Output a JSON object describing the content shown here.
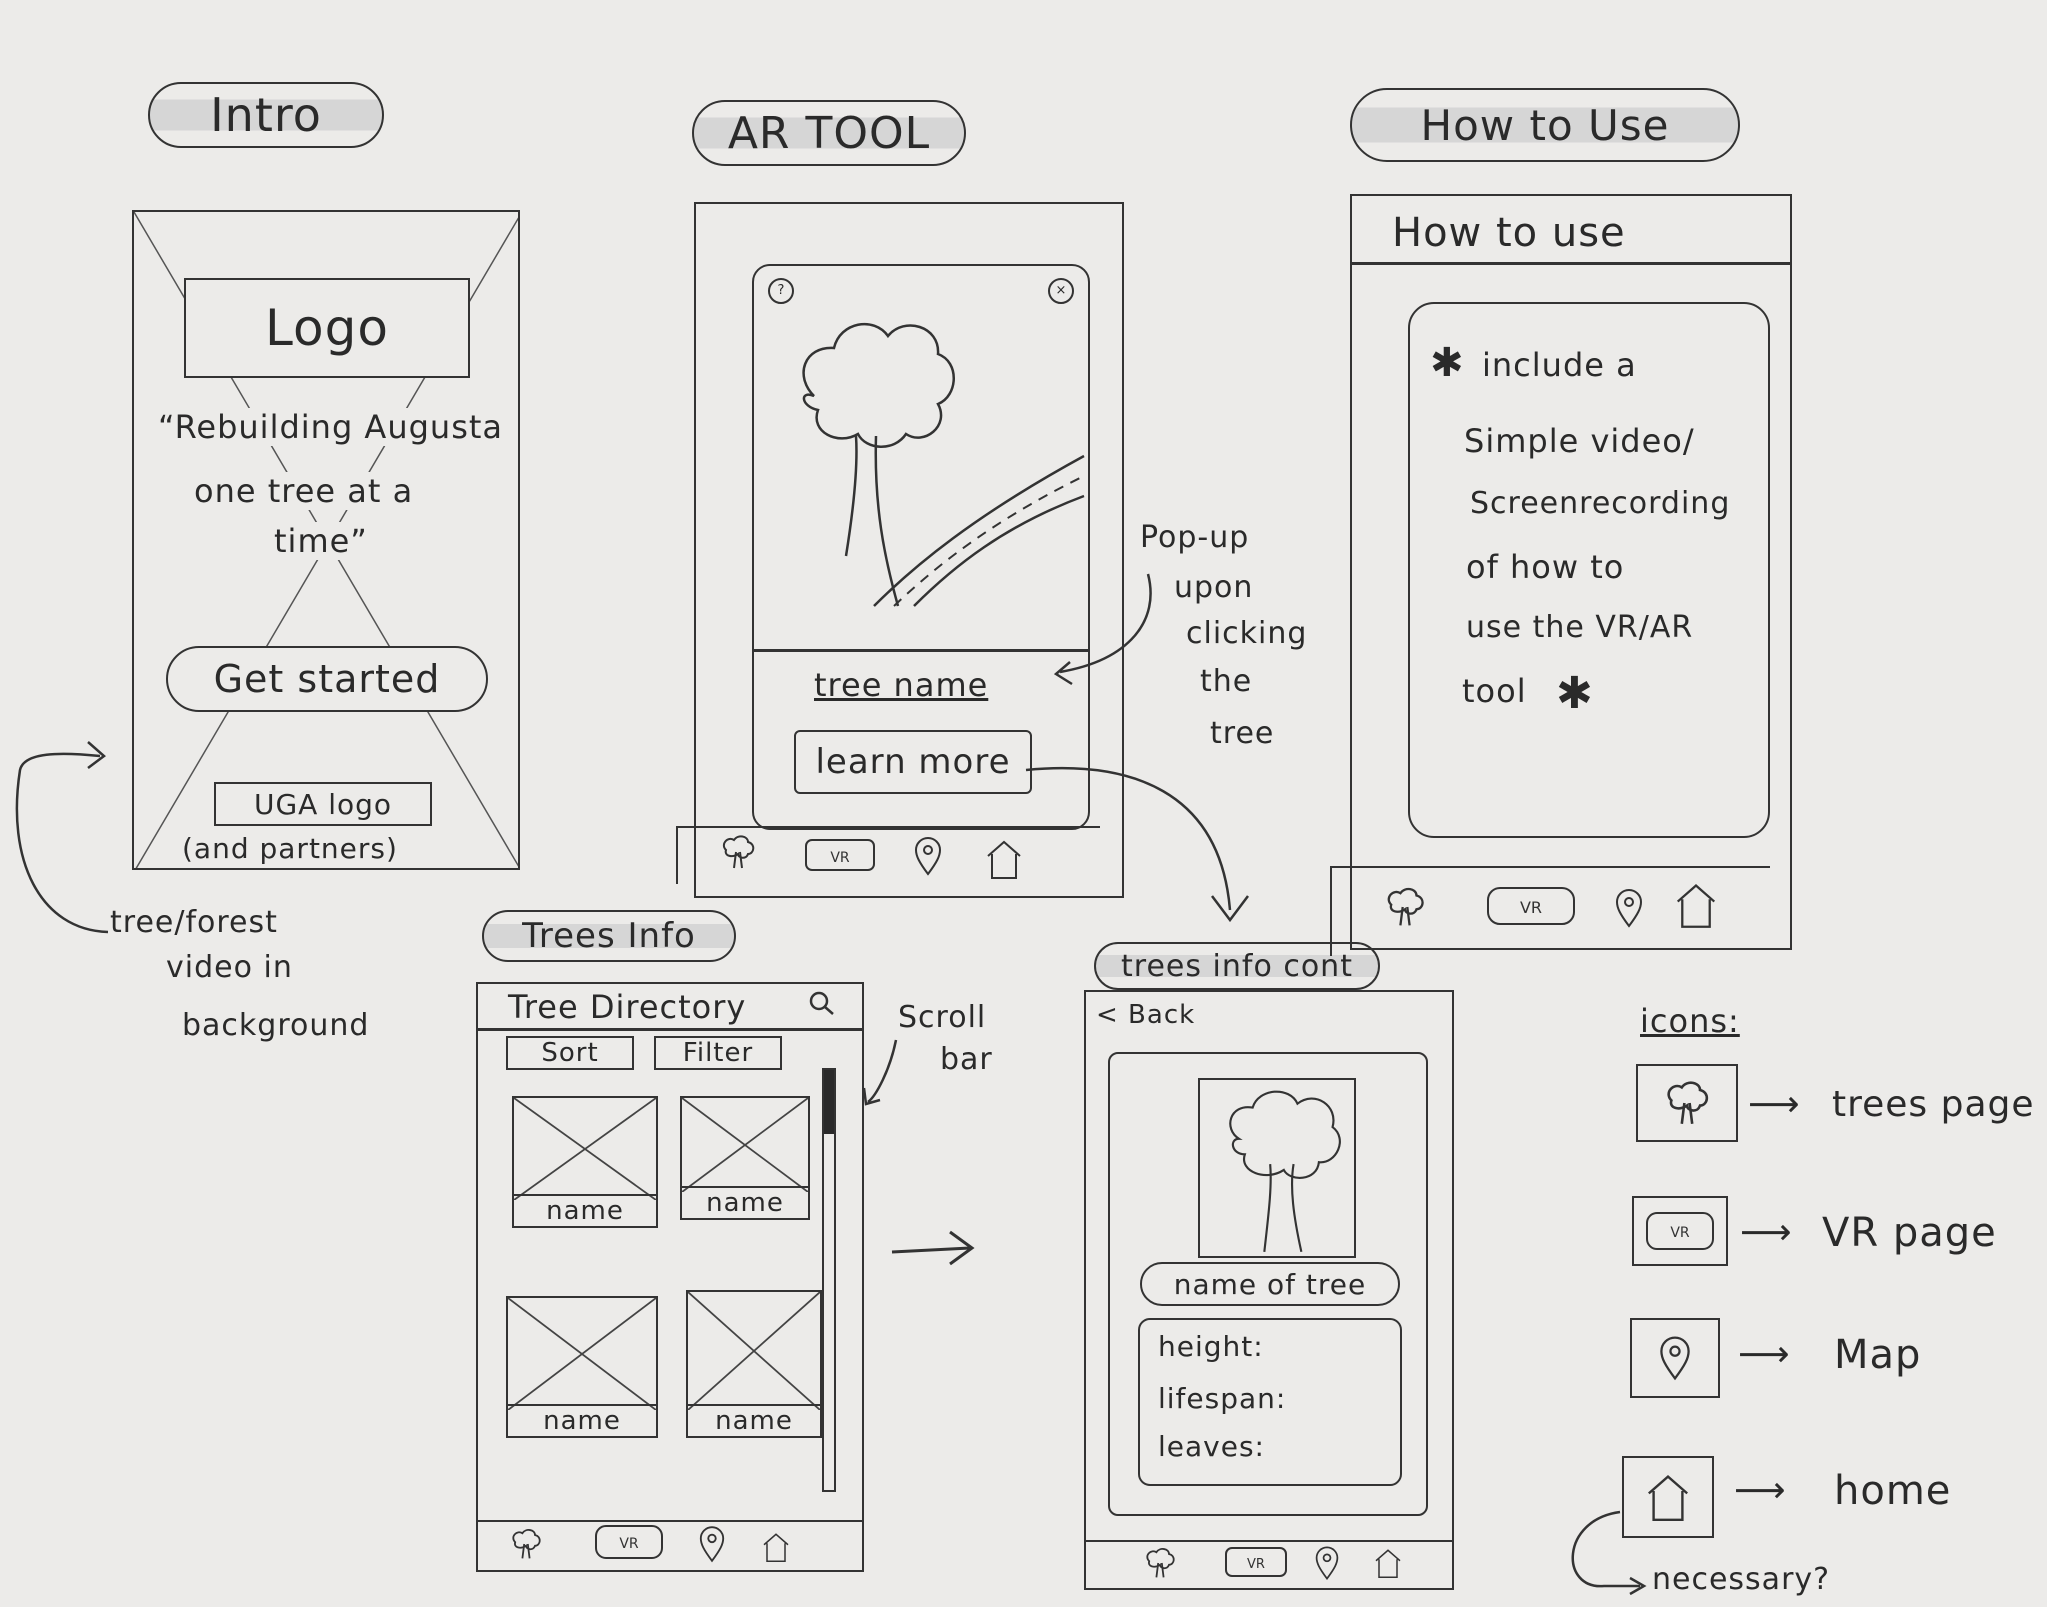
{
  "section_titles": {
    "intro": "Intro",
    "ar_tool": "AR TOOL",
    "how_to_use": "How to Use",
    "trees_info": "Trees Info",
    "trees_info_cont": "trees info cont"
  },
  "intro": {
    "logo": "Logo",
    "quote_line1": "“Rebuilding Augusta",
    "quote_line2": "one tree at a",
    "quote_line3": "time”",
    "button": "Get started",
    "uga_logo": "UGA logo",
    "partners": "(and partners)",
    "note_line1": "tree/forest",
    "note_line2": "video in",
    "note_line3": "background"
  },
  "ar_tool": {
    "tree_name": "tree name",
    "learn_more": "learn more",
    "note_line1": "Pop-up",
    "note_line2": "upon",
    "note_line3": "clicking",
    "note_line4": "the",
    "note_line5": "tree"
  },
  "how_to_use": {
    "header": "How to use",
    "line1": "include a",
    "line2": "Simple video/",
    "line3": "Screenrecording",
    "line4": "of how to",
    "line5": "use the VR/AR",
    "line6": "tool"
  },
  "trees_info": {
    "header": "Tree Directory",
    "sort": "Sort",
    "filter": "Filter",
    "items": [
      {
        "label": "name"
      },
      {
        "label": "name"
      },
      {
        "label": "name"
      },
      {
        "label": "name"
      }
    ],
    "scroll_note_line1": "Scroll",
    "scroll_note_line2": "bar"
  },
  "trees_info_cont": {
    "back": "< Back",
    "name_of_tree": "name of tree",
    "height": "height:",
    "lifespan": "lifespan:",
    "leaves": "leaves:"
  },
  "nav": {
    "vr_label": "VR"
  },
  "legend": {
    "title": "icons:",
    "items": [
      {
        "icon": "tree-icon",
        "label": "trees page"
      },
      {
        "icon": "vr-headset-icon",
        "label": "VR page"
      },
      {
        "icon": "map-pin-icon",
        "label": "Map"
      },
      {
        "icon": "home-icon",
        "label": "home"
      }
    ],
    "home_note": "necessary?"
  }
}
